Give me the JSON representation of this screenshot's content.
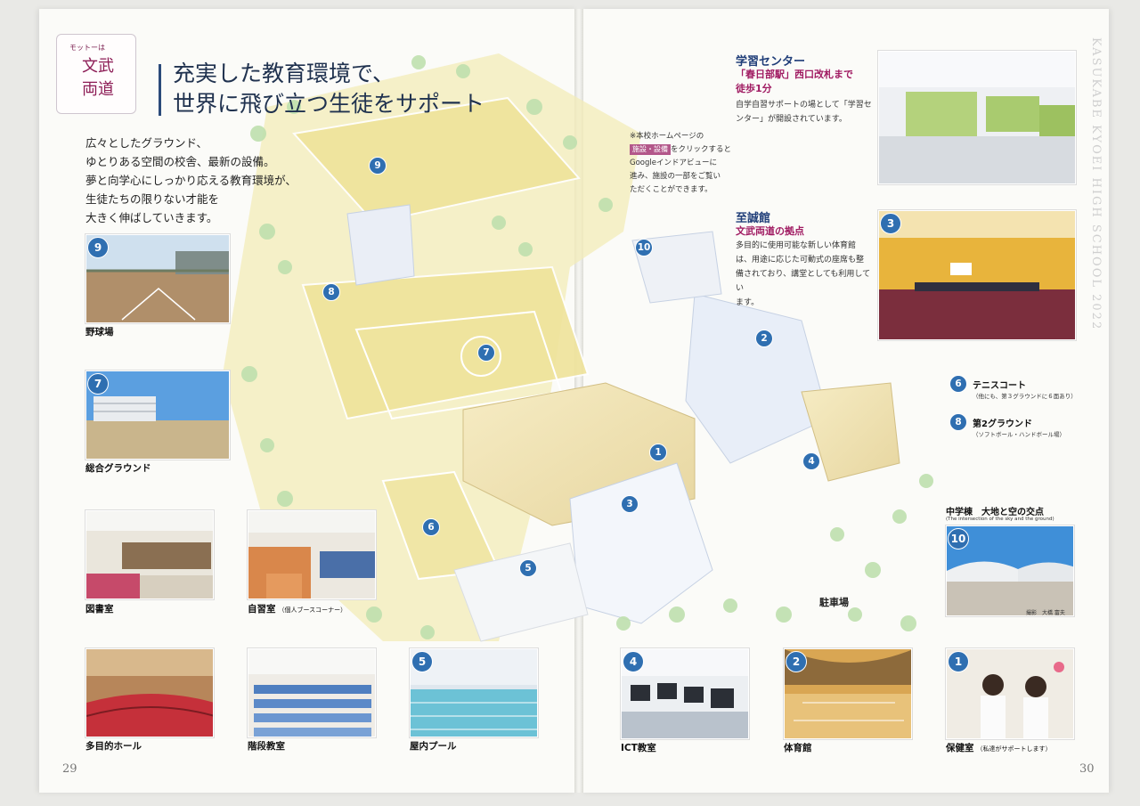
{
  "left_page": {
    "motto_small": "モットーは",
    "motto_big": "文武両道",
    "headline_line1": "充実した教育環境で、",
    "headline_line2": "世界に飛び立つ生徒をサポート",
    "intro_lines": [
      "広々としたグラウンド、",
      "ゆとりある空間の校舎、最新の設備。",
      "夢と向学心にしっかり応える教育環境が、",
      "生徒たちの限りない才能を",
      "大きく伸ばしていきます。"
    ],
    "page_number": "29"
  },
  "photos": {
    "baseball": {
      "num": "9",
      "caption": "野球場"
    },
    "ground": {
      "num": "7",
      "caption": "総合グラウンド"
    },
    "library": {
      "caption": "図書室"
    },
    "study": {
      "caption": "自習室",
      "caption_small": "（個人ブースコーナー）"
    },
    "hall": {
      "caption": "多目的ホール"
    },
    "lecture": {
      "caption": "階段教室"
    },
    "pool": {
      "num": "5",
      "caption": "屋内プール"
    },
    "ict": {
      "num": "4",
      "caption": "ICT教室"
    },
    "gym": {
      "num": "2",
      "caption": "体育館"
    },
    "nurse": {
      "num": "1",
      "caption": "保健室",
      "caption_small": "（私達がサポートします）"
    },
    "jh": {
      "num": "10",
      "title": "中学棟　大地と空の交点",
      "subtitle": "(The intersection of the sky and the ground)",
      "credit": "撮影　大橋 富夫"
    },
    "shiseikan": {
      "num": "3"
    }
  },
  "right_page": {
    "learning_center": {
      "title": "学習センター",
      "sub_line1": "「春日部駅」西口改札まで",
      "sub_line2": "徒歩1分",
      "body_lines": [
        "自学自習サポートの場として「学習セ",
        "ンター」が開設されています。"
      ]
    },
    "note": {
      "line1": "※本校ホームページの",
      "tag": "施設・設備",
      "line2_rest": "をクリックすると",
      "line3": "Googleインドアビューに",
      "line4": "進み、施設の一部をご覧い",
      "line5": "ただくことができます。"
    },
    "shiseikan": {
      "title": "至誠館",
      "sub": "文武両道の拠点",
      "body_lines": [
        "多目的に使用可能な新しい体育館",
        "は、用途に応じた可動式の座席も整",
        "備されており、講堂としても利用してい",
        "ます。"
      ]
    },
    "legend": [
      {
        "num": "6",
        "title": "テニスコート",
        "sub": "（他にも、第３グラウンドに６面あり）"
      },
      {
        "num": "8",
        "title": "第2グラウンド",
        "sub": "（ソフトボール・ハンドボール場）"
      }
    ],
    "parking": "駐車場",
    "side_text": "KASUKABE KYOEI HIGH SCHOOL 2022",
    "page_number": "30"
  },
  "map_badges": [
    "9",
    "8",
    "7",
    "10",
    "2",
    "1",
    "4",
    "3",
    "6",
    "5"
  ],
  "colors": {
    "badge_blue": "#2f6fb1",
    "title_navy": "#1f3d78",
    "accent_magenta": "#a01b62",
    "map_yellow": "#f3e9a8",
    "tree_green": "#b9dcaa"
  }
}
